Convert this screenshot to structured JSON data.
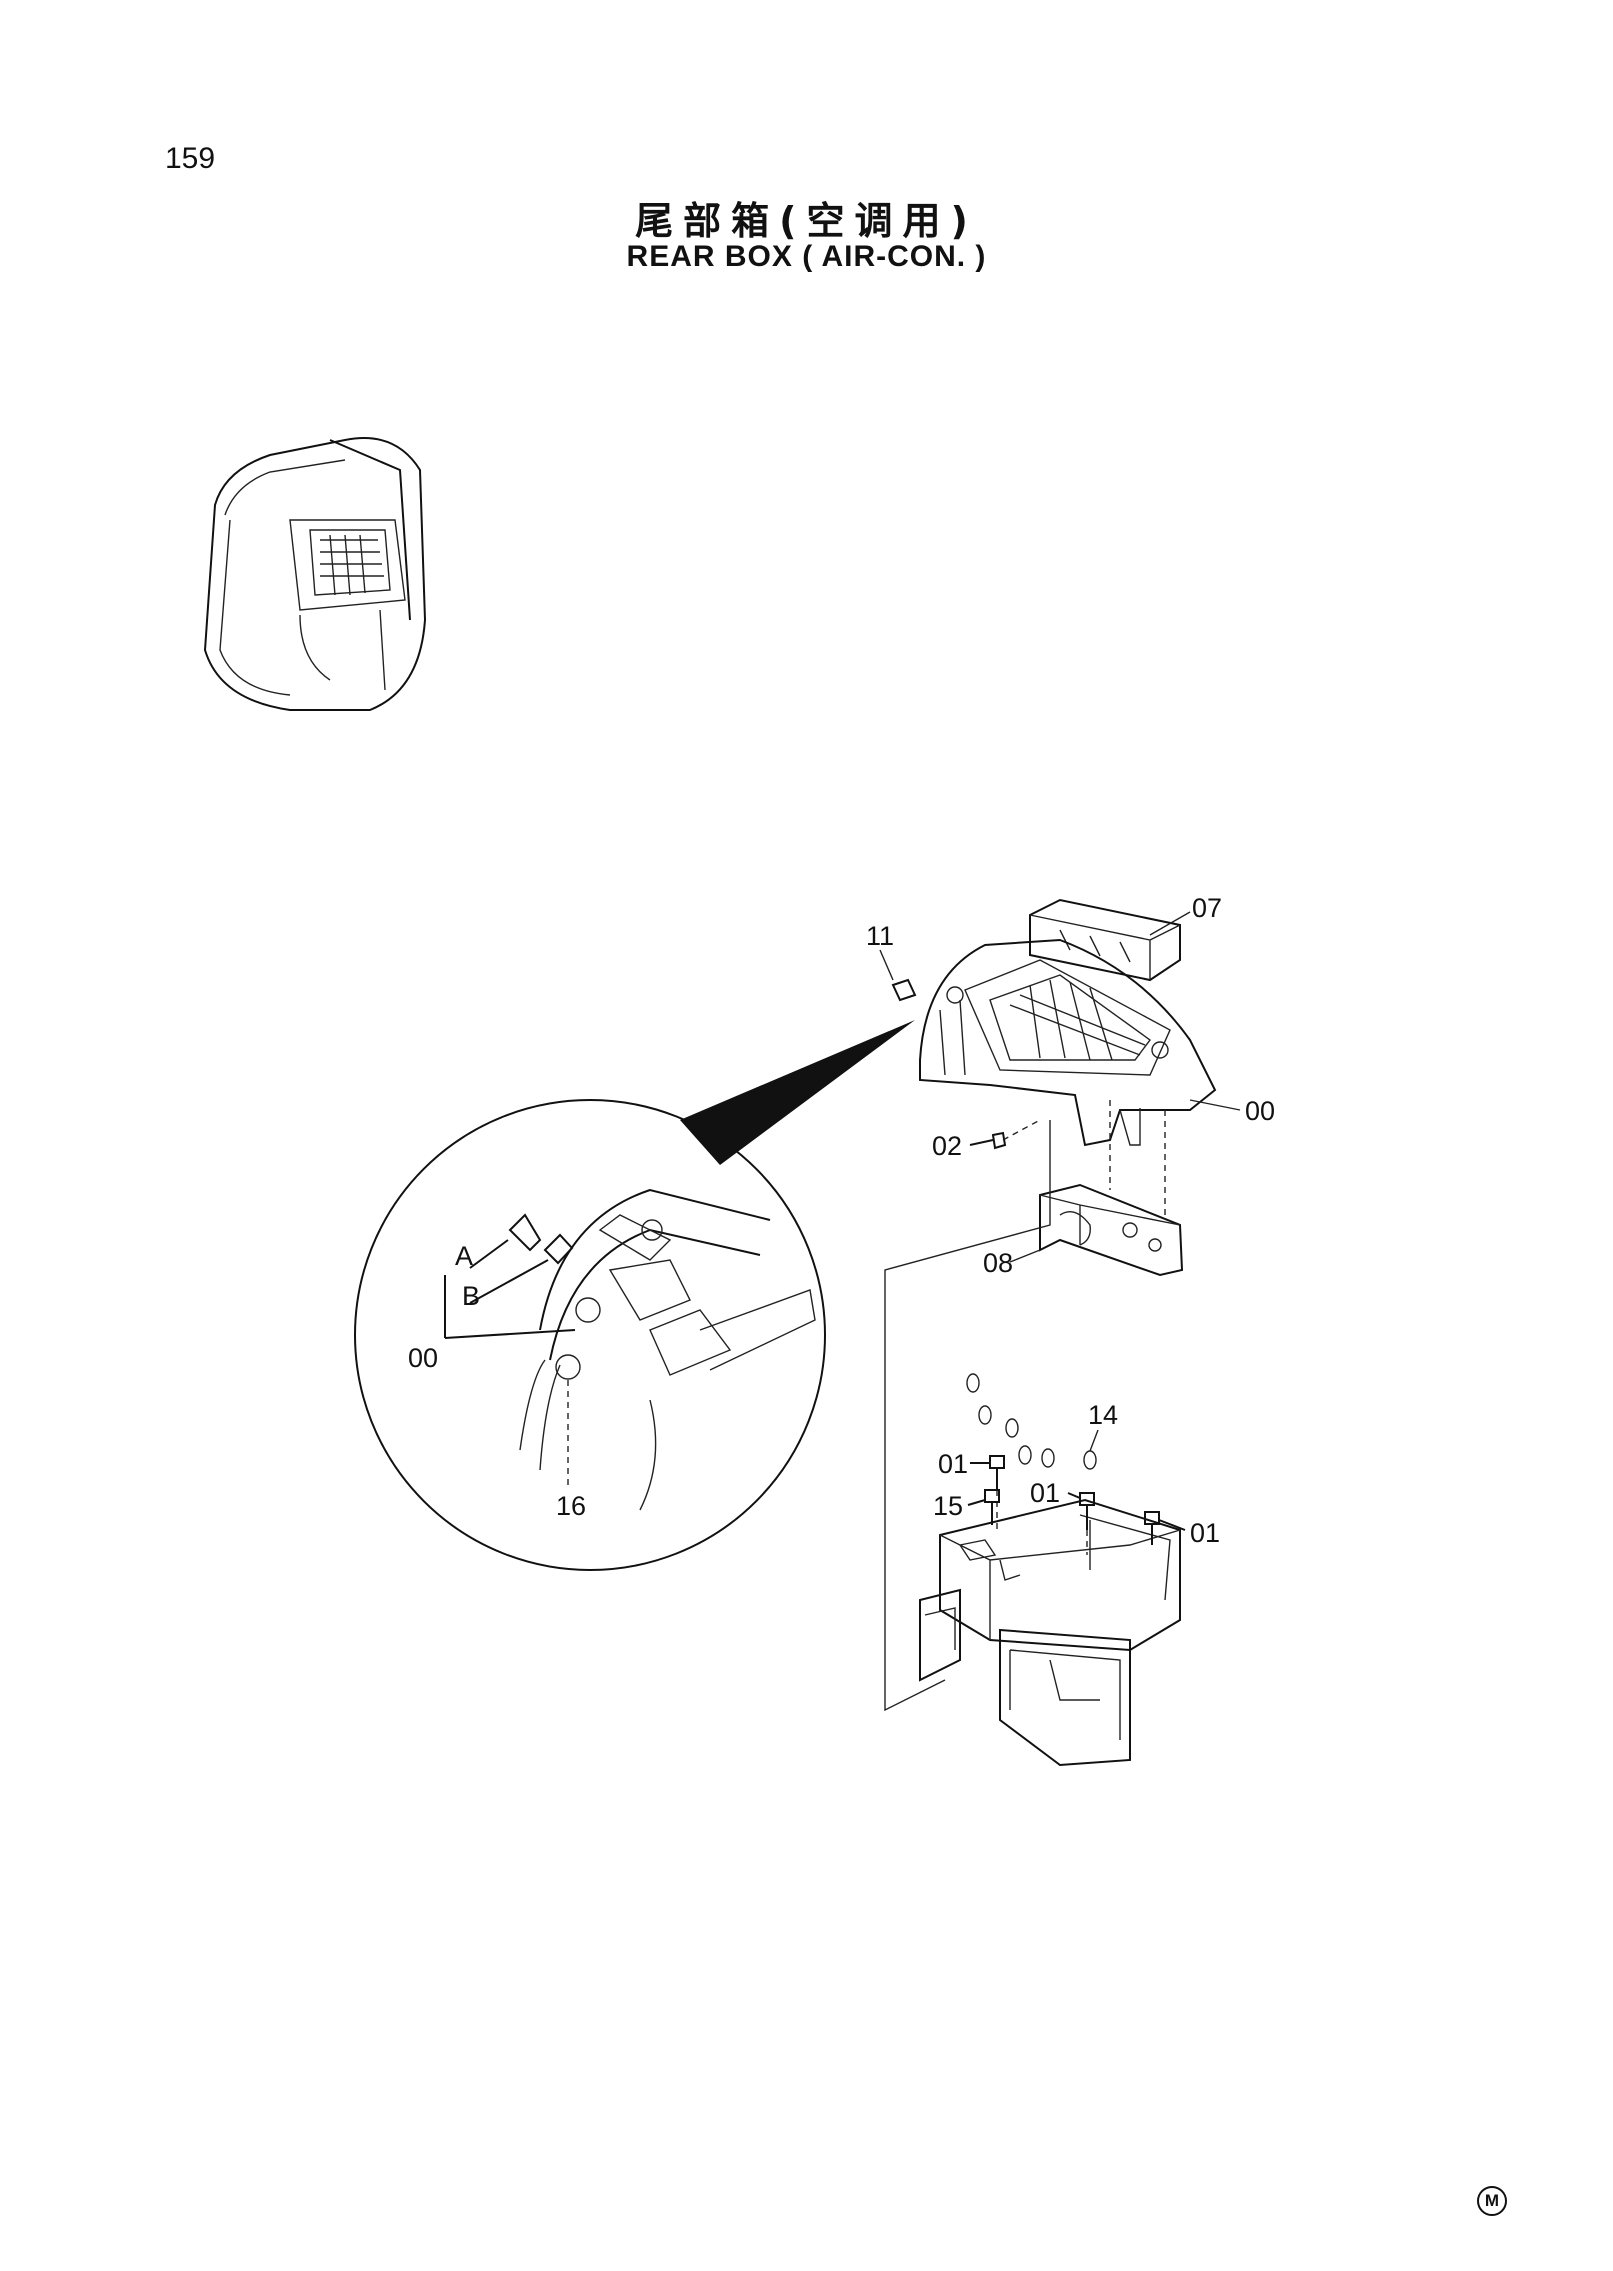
{
  "page": {
    "number": "159",
    "title_cn": "尾部箱(空调用)",
    "title_en": "REAR BOX ( AIR-CON. )",
    "corner_mark": "M"
  },
  "callouts": {
    "c07": "07",
    "c11": "11",
    "c00_main": "00",
    "c02": "02",
    "c08": "08",
    "c14": "14",
    "c01_a": "01",
    "c15": "15",
    "c01_b": "01",
    "c01_c": "01",
    "cA": "A",
    "cB": "B",
    "c00_detail": "00",
    "c16": "16"
  }
}
